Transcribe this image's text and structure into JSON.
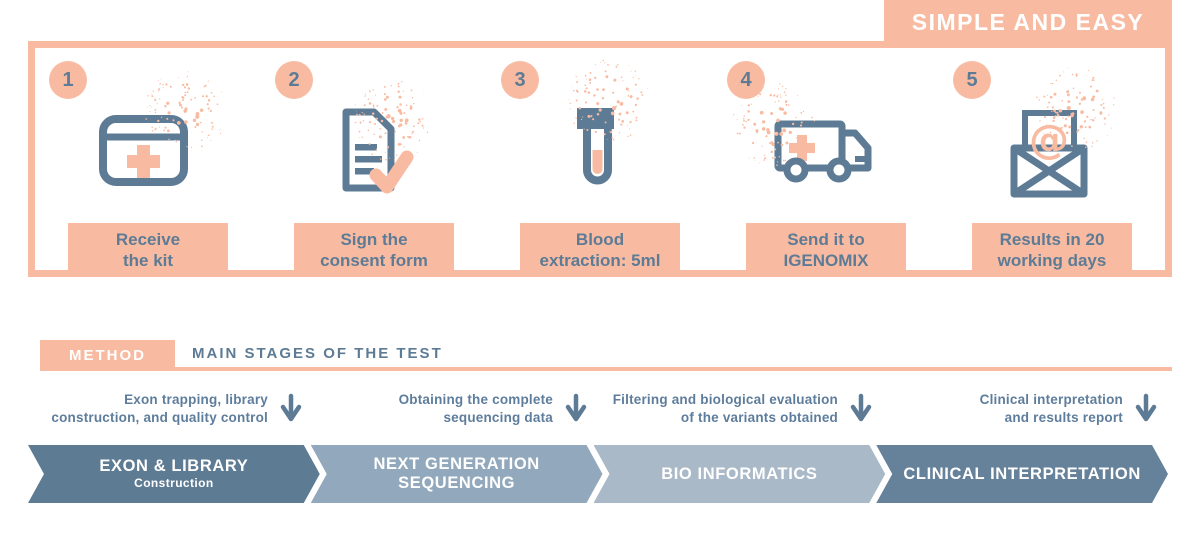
{
  "banner": {
    "label": "SIMPLE AND EASY"
  },
  "steps": [
    {
      "number": "1",
      "icon": "medical-kit-icon",
      "label_line1": "Receive",
      "label_line2": "the kit"
    },
    {
      "number": "2",
      "icon": "consent-form-icon",
      "label_line1": "Sign the",
      "label_line2": "consent form"
    },
    {
      "number": "3",
      "icon": "blood-tube-icon",
      "label_line1": "Blood",
      "label_line2": "extraction: 5ml"
    },
    {
      "number": "4",
      "icon": "delivery-truck-icon",
      "label_line1": "Send it to",
      "label_line2": "IGENOMIX"
    },
    {
      "number": "5",
      "icon": "email-results-icon",
      "label_line1": "Results in 20",
      "label_line2": "working days"
    }
  ],
  "method": {
    "badge": "METHOD",
    "title": "MAIN STAGES OF THE TEST"
  },
  "stages": [
    {
      "description_line1": "Exon trapping, library",
      "description_line2": "construction, and quality control",
      "title": "EXON & LIBRARY",
      "subtitle": "Construction",
      "color": "#5e7b94"
    },
    {
      "description_line1": "Obtaining the complete",
      "description_line2": "sequencing data",
      "title": "NEXT GENERATION",
      "title_line2": "SEQUENCING",
      "color": "#92a8bc"
    },
    {
      "description_line1": "Filtering and biological evaluation",
      "description_line2": "of the variants obtained",
      "title": "BIO INFORMATICS",
      "color": "#a9b9c8"
    },
    {
      "description_line1": "Clinical interpretation",
      "description_line2": "and results report",
      "title": "CLINICAL INTERPRETATION",
      "color": "#66829b"
    }
  ],
  "colors": {
    "salmon": "#f8bba2",
    "slate": "#5d7b95",
    "text_slate": "#5e7d9c",
    "white": "#ffffff"
  }
}
